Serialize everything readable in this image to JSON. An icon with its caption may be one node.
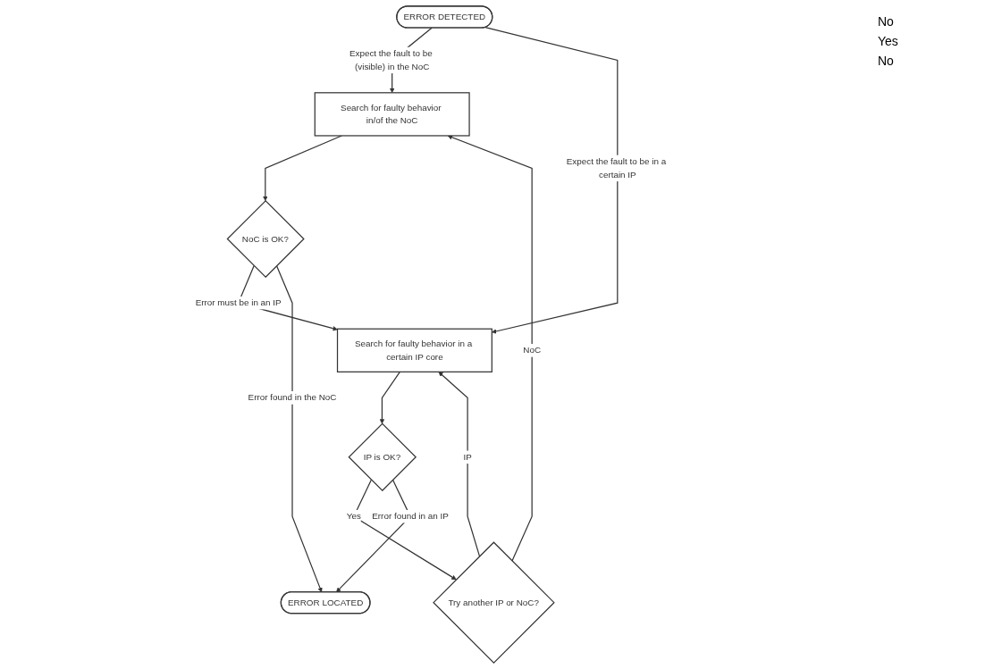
{
  "diagram": {
    "nodes": [
      {
        "text": [
          "ERROR DETECTED"
        ]
      },
      {
        "text": [
          "Search for faulty behavior in/of the NoC"
        ]
      },
      {
        "text": [
          "Search for faulty behavior in a certain IP core"
        ]
      },
      {
        "text": [
          "NoC is OK?"
        ]
      },
      {
        "text": [
          "IP is OK?"
        ]
      },
      {
        "text": [
          "Try another IP or NoC?"
        ]
      },
      {
        "text": [
          "ERROR LOCATED"
        ]
      }
    ],
    "edges": [
      {
        "from": 0,
        "to": 1,
        "arrow": "to",
        "label": "Expect the fault to be (visible) in the NoC"
      },
      {
        "from": 0,
        "to": 2,
        "arrow": "to",
        "label": "Expect the fault to be in a certain IP"
      },
      {
        "from": 1,
        "to": 3,
        "arrow": "to"
      },
      {
        "from": 2,
        "to": 4,
        "arrow": "to"
      },
      {
        "from": 3,
        "to": 2,
        "arrow": "to",
        "label": "Error must be in an IP"
      },
      {
        "from": 4,
        "to": 5,
        "arrow": "to",
        "label": "Yes"
      },
      {
        "from": 5,
        "to": 2,
        "arrow": "to",
        "label": "IP"
      },
      {
        "from": 5,
        "to": 1,
        "arrow": "to",
        "label": "NoC"
      },
      {
        "from": 3,
        "to": 6,
        "arrow": "to",
        "label": "Error found in the NoC"
      },
      {
        "from": 4,
        "to": 6,
        "arrow": "to",
        "label": "Error found in an IP"
      }
    ],
    "labels": [
      "No",
      "Yes",
      "No"
    ]
  }
}
